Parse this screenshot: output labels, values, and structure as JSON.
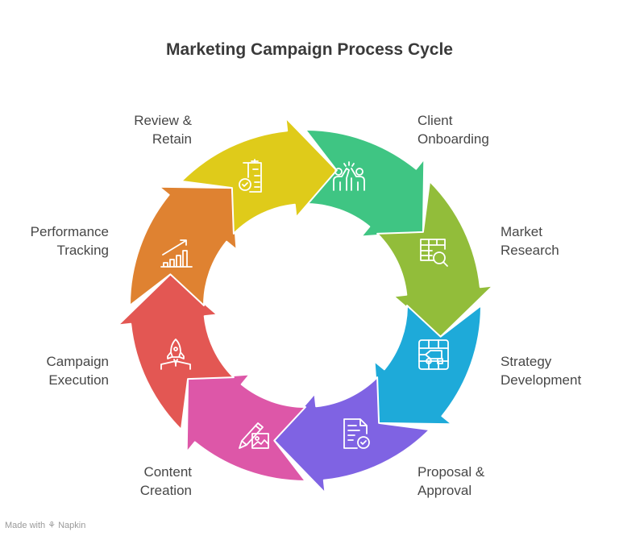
{
  "title": "Marketing Campaign Process Cycle",
  "steps": [
    {
      "line1": "Client",
      "line2": "Onboarding",
      "color": "#3fc583",
      "icon": "high-five-icon"
    },
    {
      "line1": "Market",
      "line2": "Research",
      "color": "#92bd3a",
      "icon": "table-search-icon"
    },
    {
      "line1": "Strategy",
      "line2": "Development",
      "color": "#1eaad9",
      "icon": "flowchart-icon"
    },
    {
      "line1": "Proposal &",
      "line2": "Approval",
      "color": "#7f63e3",
      "icon": "document-check-icon"
    },
    {
      "line1": "Content",
      "line2": "Creation",
      "color": "#dd57a8",
      "icon": "pencil-image-icon"
    },
    {
      "line1": "Campaign",
      "line2": "Execution",
      "color": "#e35753",
      "icon": "rocket-launch-icon"
    },
    {
      "line1": "Performance",
      "line2": "Tracking",
      "color": "#df8231",
      "icon": "growth-chart-icon"
    },
    {
      "line1": "Review &",
      "line2": "Retain",
      "color": "#dfcb1a",
      "icon": "clipboard-check-icon"
    }
  ],
  "footer": "Made with ⚘ Napkin"
}
